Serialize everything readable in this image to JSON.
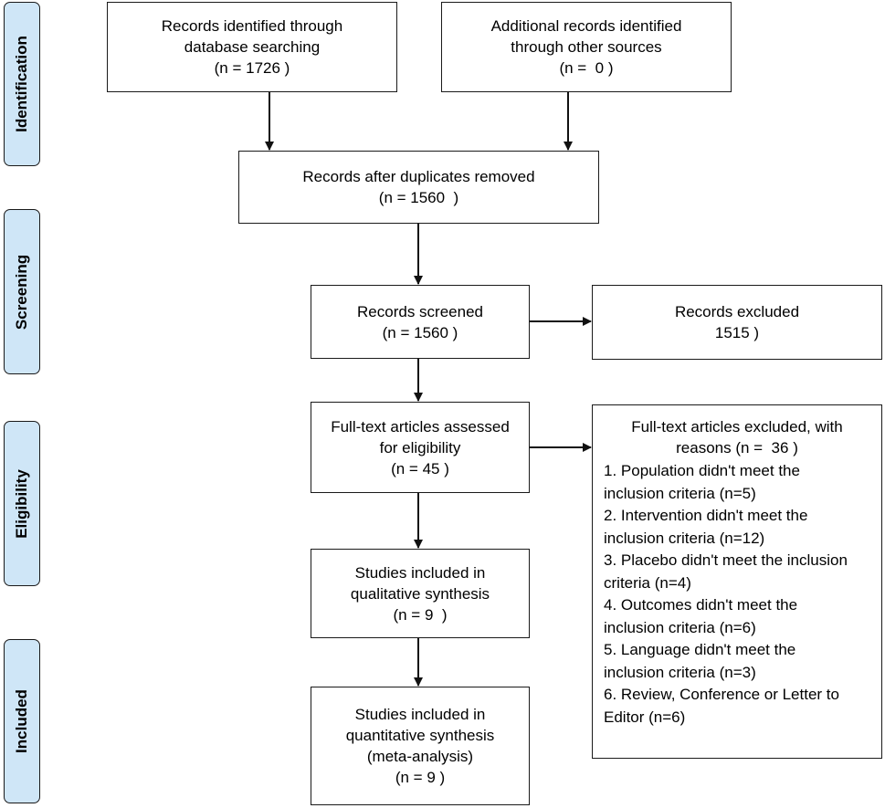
{
  "stages": {
    "identification": "Identification",
    "screening": "Screening",
    "eligibility": "Eligibility",
    "included": "Included"
  },
  "boxes": {
    "database": [
      "Records identified through",
      "database searching",
      "(n = 1726 )"
    ],
    "other_sources": [
      "Additional records identified",
      "through other sources",
      "(n =  0 )"
    ],
    "duplicates_removed": [
      "Records after duplicates removed",
      "(n = 1560  )"
    ],
    "screened": [
      "Records screened",
      "(n = 1560 )"
    ],
    "excluded": [
      "Records excluded",
      "1515 )"
    ],
    "fulltext_assessed": [
      "Full-text articles assessed",
      "for eligibility",
      "(n = 45 )"
    ],
    "qualitative": [
      "Studies included in",
      "qualitative synthesis",
      "(n = 9  )"
    ],
    "quantitative": [
      "Studies included in",
      "quantitative synthesis",
      "(meta-analysis)",
      "(n = 9 )"
    ]
  },
  "fulltext_excluded": {
    "header": [
      "Full-text articles excluded, with",
      "reasons (n =  36 )"
    ],
    "reasons": [
      "1. Population didn't meet the",
      "inclusion criteria (n=5)",
      "2. Intervention didn't meet the",
      "inclusion criteria (n=12)",
      "3. Placebo didn't meet the inclusion",
      "criteria (n=4)",
      "4. Outcomes didn't meet the",
      "inclusion criteria (n=6)",
      "5. Language didn't meet the",
      "inclusion criteria (n=3)",
      "6. Review, Conference or Letter to",
      "Editor (n=6)"
    ]
  }
}
